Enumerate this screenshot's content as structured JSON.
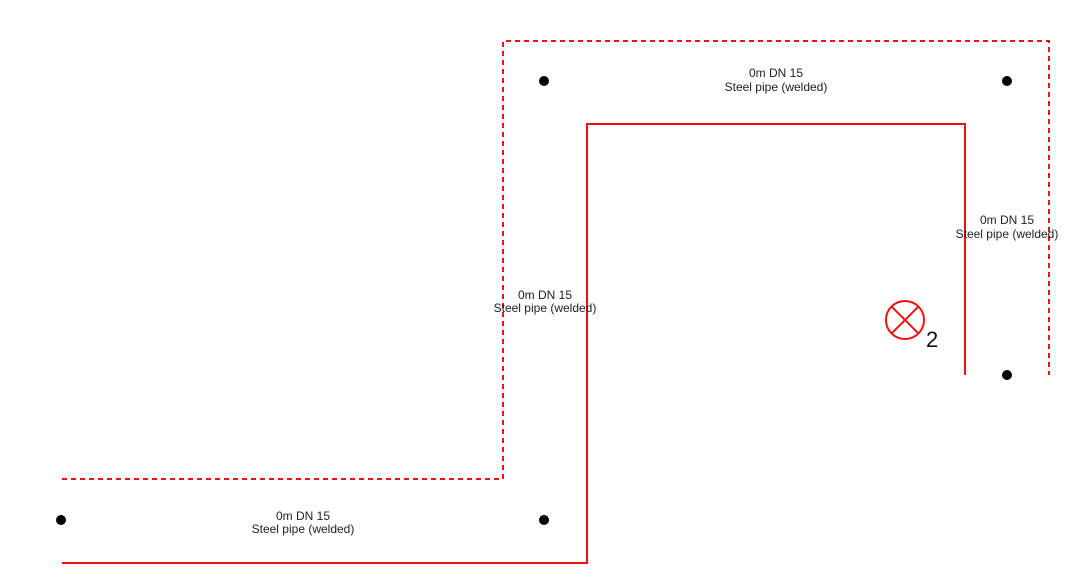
{
  "colors": {
    "pipe": "#ee1111",
    "node": "#000000",
    "label": "#222222",
    "background": "#ffffff"
  },
  "segments": [
    {
      "length": "0m DN 15",
      "material": "Steel pipe (welded)"
    },
    {
      "length": "0m DN 15",
      "material": "Steel pipe (welded)"
    },
    {
      "length": "0m DN 15",
      "material": "Steel pipe (welded)"
    },
    {
      "length": "0m DN 15",
      "material": "Steel pipe (welded)"
    }
  ],
  "marker": {
    "icon": "valve-cross-icon",
    "label": "2"
  }
}
